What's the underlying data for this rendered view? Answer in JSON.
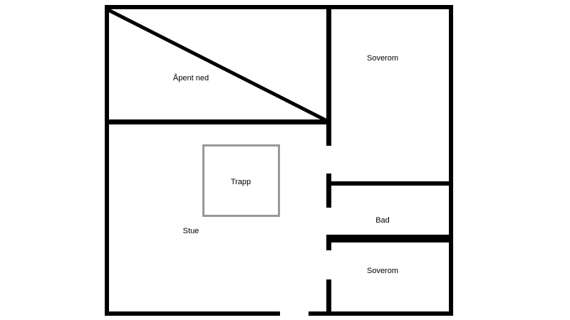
{
  "colors": {
    "background": "#ffffff",
    "wall": "#000000",
    "stair_outline": "#999999"
  },
  "rooms": {
    "open_below": "Åpent ned",
    "bedroom_top": "Soverom",
    "stairs": "Trapp",
    "living_room": "Stue",
    "bathroom": "Bad",
    "bedroom_bottom": "Soverom"
  }
}
